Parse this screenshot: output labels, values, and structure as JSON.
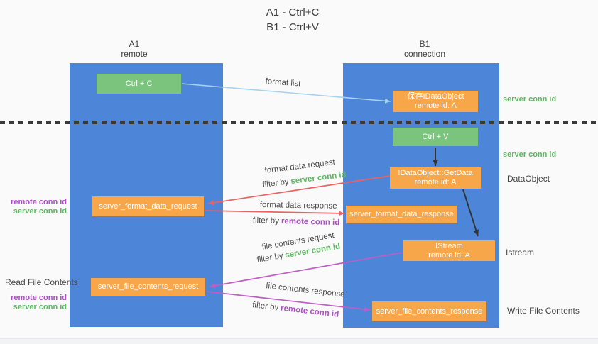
{
  "title": {
    "line1": "A1 - Ctrl+C",
    "line2": "B1 - Ctrl+V"
  },
  "columns": {
    "left": {
      "header_line1": "A1",
      "header_line2": "remote"
    },
    "right": {
      "header_line1": "B1",
      "header_line2": "connection"
    }
  },
  "nodes": {
    "ctrl_c": {
      "label": "Ctrl + C"
    },
    "ctrl_v": {
      "label": "Ctrl + V"
    },
    "save_idataobject": {
      "line1": "保存IDataObject",
      "line2": "remote id: A"
    },
    "idataobject_getdata": {
      "line1": "IDataObject::GetData",
      "line2": "remote id: A"
    },
    "istream": {
      "line1": "IStream",
      "line2": "remote id: A"
    },
    "server_format_data_request": {
      "label": "server_format_data_request"
    },
    "server_format_data_response": {
      "label": "server_format_data_response"
    },
    "server_file_contents_request": {
      "label": "server_file_contents_request"
    },
    "server_file_contents_response": {
      "label": "server_file_contents_response"
    }
  },
  "arrow_labels": {
    "format_list": "format list",
    "format_data_request": "format data request",
    "format_data_response": "format data response",
    "file_contents_request": "file contents request",
    "file_contents_response": "file contents response",
    "filter_by": "filter by",
    "server_conn_id": "server conn id",
    "remote_conn_id": "remote conn id"
  },
  "annotations": {
    "right_server_conn_id_1": "server conn id",
    "right_server_conn_id_2": "server conn id",
    "data_object": "DataObject",
    "istream": "Istream",
    "write_file_contents": "Write File Contents",
    "read_file_contents": "Read File Contents",
    "left_remote_conn_id_1": "remote conn id",
    "left_server_conn_id_1": "server conn id",
    "left_remote_conn_id_2": "remote conn id",
    "left_server_conn_id_2": "server conn id"
  },
  "colors": {
    "column_blue": "#4d86d8",
    "node_green": "#7bc47d",
    "node_orange": "#f8a64a",
    "arrow_red": "#eb6260",
    "arrow_magenta": "#bd5ec5",
    "arrow_lightblue": "#a6d2f0",
    "arrow_black": "#333333",
    "text_green": "#5cb860",
    "text_purple": "#ad4fc4",
    "text_dark": "#3f3f3f",
    "background": "#fafafa"
  }
}
